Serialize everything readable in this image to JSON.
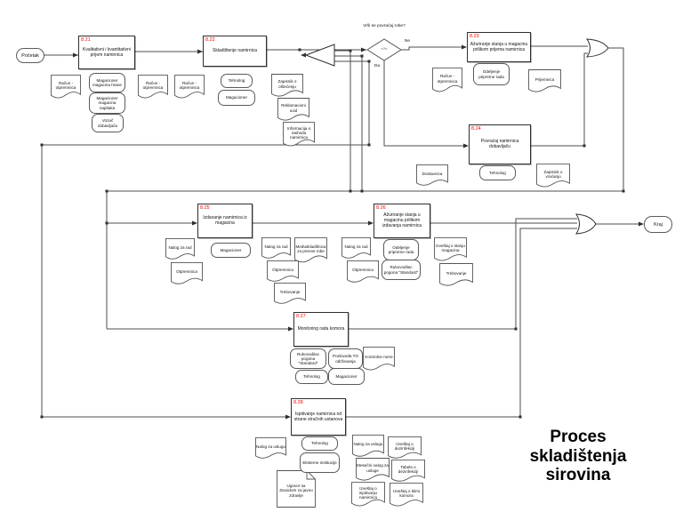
{
  "title": {
    "lines": [
      "Proces",
      "skladištenja",
      "sirovina"
    ]
  },
  "terminators": {
    "start": "Početak",
    "end": "Kraj"
  },
  "decision": {
    "question": "Vrši se povraćaj robe?",
    "yes": "Da",
    "no": "Ne",
    "symbol": "<?>"
  },
  "processes": [
    {
      "num": "8.21",
      "label": "Kvalitativni i kvantitativni prijem namirnica"
    },
    {
      "num": "8.22",
      "label": "Skladištenje namirnica"
    },
    {
      "num": "8.23",
      "label": "Ažuriranje stanja u magacinu prilikom prijema namirnica"
    },
    {
      "num": "8.24",
      "label": "Povraćaj namirnica dobavljaču"
    },
    {
      "num": "8.25",
      "label": "Izdavanje namirnica iz magacina"
    },
    {
      "num": "8.26",
      "label": "Ažuriranje stanja u magacinu prilikom izdavanja namirnica"
    },
    {
      "num": "8.27",
      "label": "Monitoring rada komora"
    },
    {
      "num": "8.28",
      "label": "Ispitivanje namirnica od strane stručnih ustanova"
    }
  ],
  "docs": [
    {
      "label": "Račun - otpremnica"
    },
    {
      "label": "Račun - otpremnica"
    },
    {
      "label": "Račun - otpremnica"
    },
    {
      "label": "Zapisnik o oštećenju"
    },
    {
      "label": "Reklamacioni uvid"
    },
    {
      "label": "Informacija o rashodu namirnica"
    },
    {
      "label": "Račun - otpremnica"
    },
    {
      "label": "Prijemnica"
    },
    {
      "label": "Dostavnica"
    },
    {
      "label": "Zapisnik o vraćanju"
    },
    {
      "label": "Nalog za rad"
    },
    {
      "label": "Otpremnica"
    },
    {
      "label": "Nalog za rad"
    },
    {
      "label": "Međuskladišnica za prenos robe"
    },
    {
      "label": "Otpremnica"
    },
    {
      "label": "Trebovanje"
    },
    {
      "label": "Nalog za rad"
    },
    {
      "label": "Otpremnica"
    },
    {
      "label": "Izveštaj o stanju magacina"
    },
    {
      "label": "Trebovanje"
    },
    {
      "label": "Kontrolne mere"
    },
    {
      "label": "Nalog za uslugu"
    },
    {
      "label": "Nalog za uslugu"
    },
    {
      "label": "Izveštaj o dezinfekciji"
    },
    {
      "label": "Mesečni nalog za usluge"
    },
    {
      "label": "Tabela o dezinfekciji"
    },
    {
      "label": "Izveštaj o ispitivanju namirnica"
    },
    {
      "label": "Izveštaj o klimi komora"
    }
  ],
  "sheet": {
    "label": "Ugovor sa Zavodom za javno zdravlje"
  },
  "roles": [
    {
      "label": "Magacioner magacina hrane"
    },
    {
      "label": "Magacioner magacina napitaka"
    },
    {
      "label": "Vozač dobavljača"
    },
    {
      "label": "Tehnolog"
    },
    {
      "label": "Magacioner"
    },
    {
      "label": "Odeljenje pripreme rada"
    },
    {
      "label": "Tehnolog"
    },
    {
      "label": "Magacioner"
    },
    {
      "label": "Odeljenje pripreme rada"
    },
    {
      "label": "Rukovodilac pogona \"Standard\""
    },
    {
      "label": "Rukovodilac pogona \"Standard\""
    },
    {
      "label": "Poslovođa TO održavanja"
    },
    {
      "label": "Tehnolog"
    },
    {
      "label": "Magacioner"
    },
    {
      "label": "Tehnolog"
    },
    {
      "label": "Eksterne institucije"
    }
  ]
}
